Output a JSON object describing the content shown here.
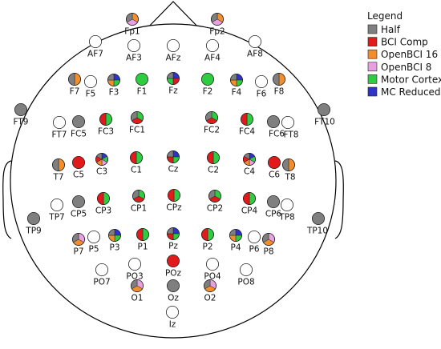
{
  "legend": {
    "title": "Legend",
    "entries": [
      {
        "label": "Half",
        "color": "#7f7f7f"
      },
      {
        "label": "BCI Comp",
        "color": "#e31a1c"
      },
      {
        "label": "OpenBCI 16",
        "color": "#f28e2b"
      },
      {
        "label": "OpenBCI 8",
        "color": "#e7a1e0"
      },
      {
        "label": "Motor Cortex",
        "color": "#2ecc40"
      },
      {
        "label": "MC Reduced",
        "color": "#2f34c8"
      }
    ]
  },
  "electrodes": [
    {
      "name": "Fp1",
      "sets": [
        "OpenBCI 16",
        "OpenBCI 8",
        "Half"
      ]
    },
    {
      "name": "Fp2",
      "sets": [
        "OpenBCI 16",
        "OpenBCI 8",
        "Half"
      ]
    },
    {
      "name": "AF7",
      "sets": []
    },
    {
      "name": "AF3",
      "sets": []
    },
    {
      "name": "AFz",
      "sets": []
    },
    {
      "name": "AF4",
      "sets": []
    },
    {
      "name": "AF8",
      "sets": []
    },
    {
      "name": "F7",
      "sets": [
        "OpenBCI 16",
        "Half"
      ]
    },
    {
      "name": "F5",
      "sets": []
    },
    {
      "name": "F3",
      "sets": [
        "MC Reduced",
        "Motor Cortex",
        "OpenBCI 16",
        "Half"
      ]
    },
    {
      "name": "F1",
      "sets": [
        "Motor Cortex"
      ]
    },
    {
      "name": "Fz",
      "sets": [
        "MC Reduced",
        "BCI Comp",
        "Motor Cortex",
        "Half"
      ]
    },
    {
      "name": "F2",
      "sets": [
        "Motor Cortex"
      ]
    },
    {
      "name": "F4",
      "sets": [
        "MC Reduced",
        "Motor Cortex",
        "OpenBCI 16",
        "Half"
      ]
    },
    {
      "name": "F6",
      "sets": []
    },
    {
      "name": "F8",
      "sets": [
        "OpenBCI 16",
        "Half"
      ]
    },
    {
      "name": "FT9",
      "sets": [
        "Half"
      ]
    },
    {
      "name": "FT7",
      "sets": []
    },
    {
      "name": "FC5",
      "sets": [
        "Half"
      ]
    },
    {
      "name": "FC3",
      "sets": [
        "Motor Cortex",
        "BCI Comp"
      ]
    },
    {
      "name": "FC1",
      "sets": [
        "Motor Cortex",
        "BCI Comp",
        "Half"
      ]
    },
    {
      "name": "FC2",
      "sets": [
        "Motor Cortex",
        "BCI Comp",
        "Half"
      ]
    },
    {
      "name": "FC4",
      "sets": [
        "Motor Cortex",
        "BCI Comp"
      ]
    },
    {
      "name": "FC6",
      "sets": [
        "Half"
      ]
    },
    {
      "name": "FT8",
      "sets": []
    },
    {
      "name": "FT10",
      "sets": [
        "Half"
      ]
    },
    {
      "name": "T7",
      "sets": [
        "OpenBCI 16",
        "Half"
      ]
    },
    {
      "name": "C5",
      "sets": [
        "BCI Comp"
      ]
    },
    {
      "name": "C3",
      "sets": [
        "MC Reduced",
        "Motor Cortex",
        "OpenBCI 8",
        "OpenBCI 16",
        "BCI Comp",
        "Half"
      ]
    },
    {
      "name": "C1",
      "sets": [
        "Motor Cortex",
        "BCI Comp"
      ]
    },
    {
      "name": "Cz",
      "sets": [
        "MC Reduced",
        "Motor Cortex",
        "BCI Comp",
        "Half"
      ]
    },
    {
      "name": "C2",
      "sets": [
        "Motor Cortex",
        "BCI Comp"
      ]
    },
    {
      "name": "C4",
      "sets": [
        "MC Reduced",
        "Motor Cortex",
        "OpenBCI 8",
        "OpenBCI 16",
        "BCI Comp",
        "Half"
      ]
    },
    {
      "name": "C6",
      "sets": [
        "BCI Comp"
      ]
    },
    {
      "name": "T8",
      "sets": [
        "OpenBCI 16",
        "Half"
      ]
    },
    {
      "name": "TP9",
      "sets": [
        "Half"
      ]
    },
    {
      "name": "TP7",
      "sets": []
    },
    {
      "name": "CP5",
      "sets": [
        "Half"
      ]
    },
    {
      "name": "CP3",
      "sets": [
        "Motor Cortex",
        "BCI Comp"
      ]
    },
    {
      "name": "CP1",
      "sets": [
        "Motor Cortex",
        "BCI Comp",
        "Half"
      ]
    },
    {
      "name": "CPz",
      "sets": [
        "Motor Cortex",
        "BCI Comp"
      ]
    },
    {
      "name": "CP2",
      "sets": [
        "Motor Cortex",
        "BCI Comp",
        "Half"
      ]
    },
    {
      "name": "CP4",
      "sets": [
        "Motor Cortex",
        "BCI Comp"
      ]
    },
    {
      "name": "CP6",
      "sets": [
        "Half"
      ]
    },
    {
      "name": "TP8",
      "sets": []
    },
    {
      "name": "TP10",
      "sets": [
        "Half"
      ]
    },
    {
      "name": "P7",
      "sets": [
        "OpenBCI 8",
        "OpenBCI 16",
        "Half"
      ]
    },
    {
      "name": "P5",
      "sets": []
    },
    {
      "name": "P3",
      "sets": [
        "MC Reduced",
        "Motor Cortex",
        "OpenBCI 16",
        "Half"
      ]
    },
    {
      "name": "P1",
      "sets": [
        "Motor Cortex",
        "BCI Comp"
      ]
    },
    {
      "name": "Pz",
      "sets": [
        "MC Reduced",
        "Motor Cortex",
        "BCI Comp",
        "Half"
      ]
    },
    {
      "name": "P2",
      "sets": [
        "Motor Cortex",
        "BCI Comp"
      ]
    },
    {
      "name": "P4",
      "sets": [
        "MC Reduced",
        "Motor Cortex",
        "OpenBCI 16",
        "Half"
      ]
    },
    {
      "name": "P6",
      "sets": []
    },
    {
      "name": "P8",
      "sets": [
        "OpenBCI 8",
        "OpenBCI 16",
        "Half"
      ]
    },
    {
      "name": "PO7",
      "sets": []
    },
    {
      "name": "PO3",
      "sets": []
    },
    {
      "name": "POz",
      "sets": [
        "BCI Comp"
      ]
    },
    {
      "name": "PO4",
      "sets": []
    },
    {
      "name": "PO8",
      "sets": []
    },
    {
      "name": "O1",
      "sets": [
        "OpenBCI 8",
        "OpenBCI 16",
        "Half"
      ]
    },
    {
      "name": "Oz",
      "sets": [
        "Half"
      ]
    },
    {
      "name": "O2",
      "sets": [
        "OpenBCI 8",
        "OpenBCI 16",
        "Half"
      ]
    },
    {
      "name": "Iz",
      "sets": []
    }
  ]
}
